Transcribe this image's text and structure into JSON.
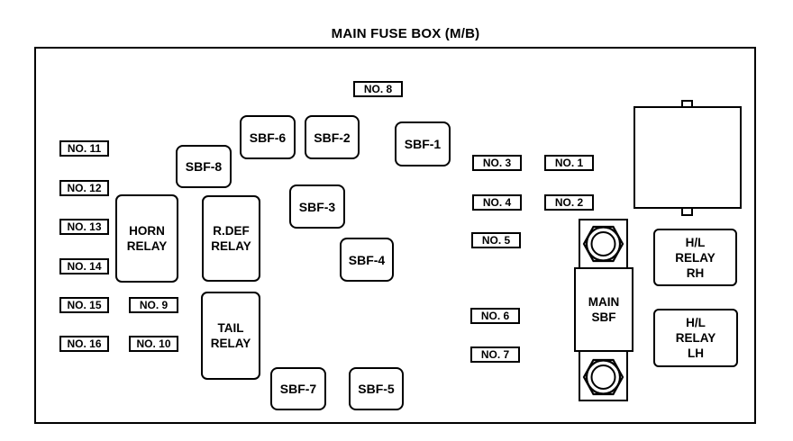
{
  "title": "MAIN FUSE BOX (M/B)",
  "colors": {
    "line": "#000000",
    "background": "#ffffff"
  },
  "labels": {
    "no1": "NO. 1",
    "no2": "NO. 2",
    "no3": "NO. 3",
    "no4": "NO. 4",
    "no5": "NO. 5",
    "no6": "NO. 6",
    "no7": "NO. 7",
    "no8": "NO. 8",
    "no9": "NO. 9",
    "no10": "NO. 10",
    "no11": "NO. 11",
    "no12": "NO. 12",
    "no13": "NO. 13",
    "no14": "NO. 14",
    "no15": "NO. 15",
    "no16": "NO. 16"
  },
  "sbf": {
    "sbf1": "SBF-1",
    "sbf2": "SBF-2",
    "sbf3": "SBF-3",
    "sbf4": "SBF-4",
    "sbf5": "SBF-5",
    "sbf6": "SBF-6",
    "sbf7": "SBF-7",
    "sbf8": "SBF-8"
  },
  "relays": {
    "horn": [
      "HORN",
      "RELAY"
    ],
    "rdef": [
      "R.DEF",
      "RELAY"
    ],
    "tail": [
      "TAIL",
      "RELAY"
    ],
    "hl_rh": [
      "H/L",
      "RELAY",
      "RH"
    ],
    "hl_lh": [
      "H/L",
      "RELAY",
      "LH"
    ]
  },
  "main_sbf": [
    "MAIN",
    "SBF"
  ]
}
